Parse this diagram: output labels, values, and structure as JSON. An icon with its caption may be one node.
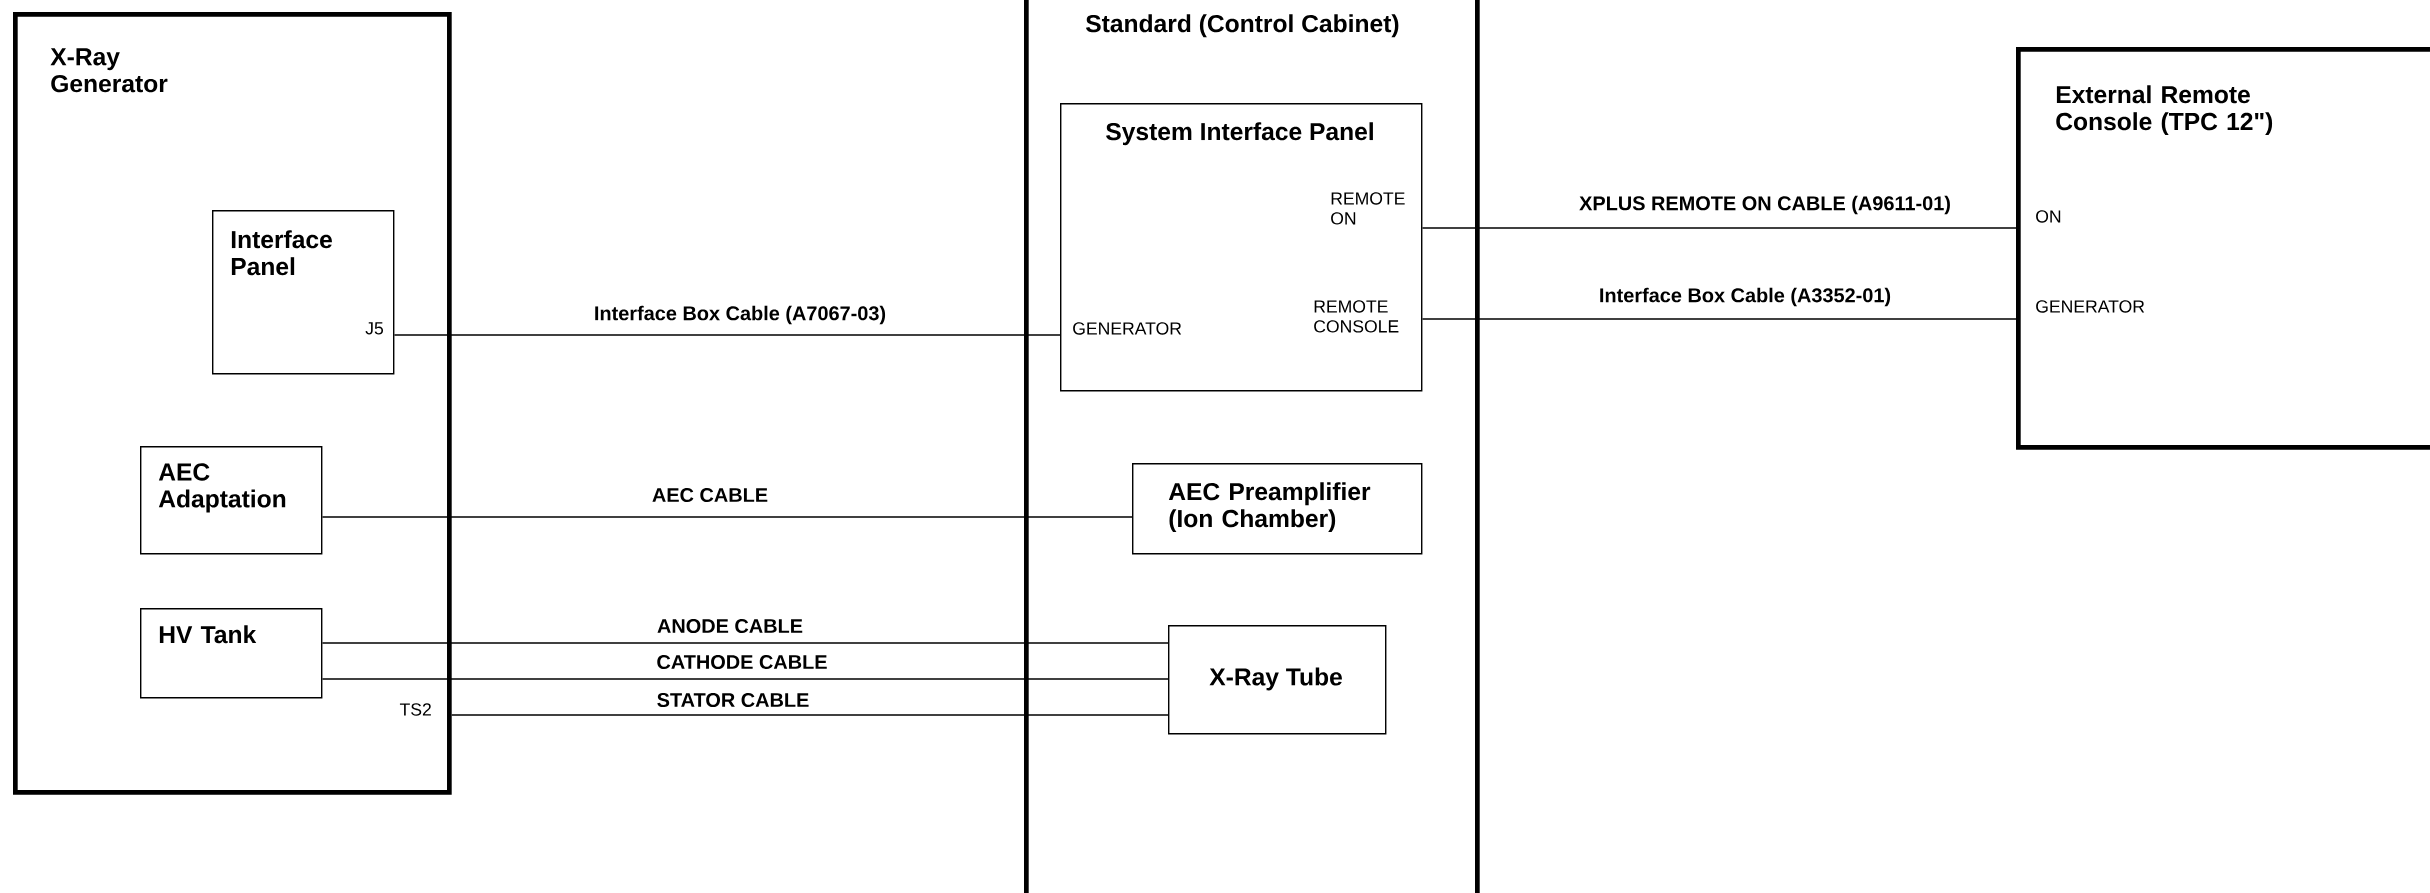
{
  "diagram": {
    "nodes": [
      {
        "text": [
          "X-Ray Generator",
          "TS2"
        ]
      },
      {
        "text": [
          "Interface Panel",
          "J5"
        ],
        "in": 0
      },
      {
        "text": [
          "AEC Adaptation"
        ],
        "in": 0
      },
      {
        "text": [
          "HV Tank"
        ],
        "in": 0
      },
      {
        "text": [
          "Standard (Control Cabinet)"
        ]
      },
      {
        "text": [
          "System Interface Panel",
          "REMOTE ON",
          "GENERATOR",
          "REMOTE CONSOLE"
        ],
        "in": 4
      },
      {
        "text": [
          "AEC Preamplifier (Ion Chamber)"
        ],
        "in": 4
      },
      {
        "text": [
          "X-Ray Tube"
        ],
        "in": 4
      },
      {
        "text": [
          "External Remote Console (TPC 12\")",
          "ON",
          "GENERATOR"
        ]
      }
    ],
    "edges": [
      {
        "from": 1,
        "to": 5,
        "arrow": "none",
        "label": "Interface Box Cable (A7067-03)"
      },
      {
        "from": 2,
        "to": 6,
        "arrow": "none",
        "label": "AEC CABLE"
      },
      {
        "from": 3,
        "to": 7,
        "arrow": "none",
        "label": "ANODE CABLE"
      },
      {
        "from": 3,
        "to": 7,
        "arrow": "none",
        "label": "CATHODE CABLE"
      },
      {
        "from": 0,
        "to": 7,
        "arrow": "none",
        "label": "STATOR CABLE"
      },
      {
        "from": 5,
        "to": 8,
        "arrow": "none",
        "label": "XPLUS REMOTE ON CABLE (A9611-01)"
      },
      {
        "from": 5,
        "to": 8,
        "arrow": "none",
        "label": "Interface Box Cable (A3352-01)"
      }
    ]
  }
}
